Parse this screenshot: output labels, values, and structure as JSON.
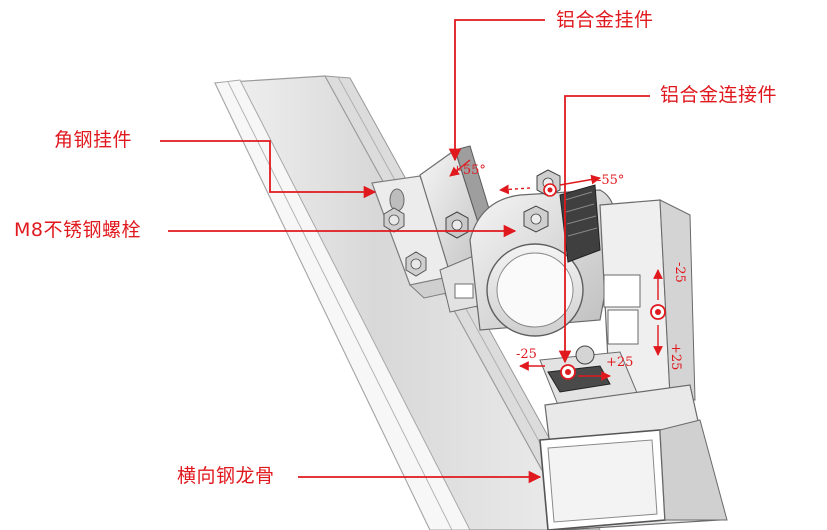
{
  "callouts": {
    "aluminum_hanger": "铝合金挂件",
    "aluminum_connector": "铝合金连接件",
    "angle_steel_hanger": "角钢挂件",
    "m8_bolt": "M8不锈钢螺栓",
    "horizontal_keel": "横向钢龙骨"
  },
  "marks": {
    "plus55": "+55°",
    "minus55": "-55°",
    "minus25": "-25",
    "plus25": "+25"
  },
  "colors": {
    "accent": "#e0191e",
    "background": "#ffffff"
  }
}
